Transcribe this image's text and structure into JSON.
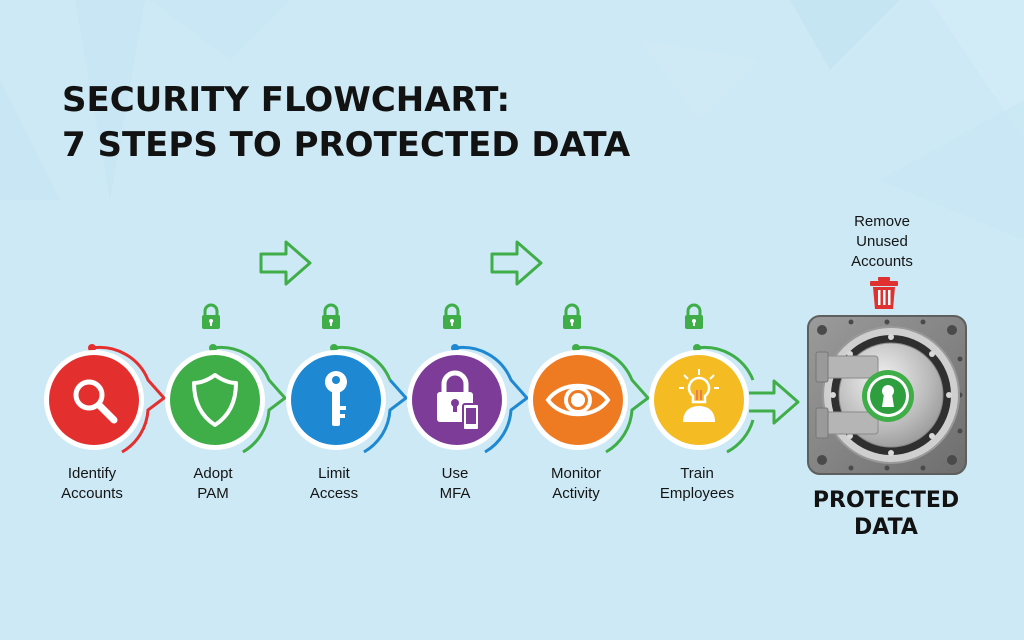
{
  "title": {
    "line1": "SECURITY FLOWCHART:",
    "line2": "7 STEPS TO PROTECTED DATA"
  },
  "steps": [
    {
      "line1": "Identify",
      "line2": "Accounts",
      "icon": "magnifier-icon",
      "color": "#e3302f"
    },
    {
      "line1": "Adopt",
      "line2": "PAM",
      "icon": "shield-icon",
      "color": "#3fae49"
    },
    {
      "line1": "Limit",
      "line2": "Access",
      "icon": "key-icon",
      "color": "#1e88d2"
    },
    {
      "line1": "Use",
      "line2": "MFA",
      "icon": "lock-phone-icon",
      "color": "#7d3c98"
    },
    {
      "line1": "Monitor",
      "line2": "Activity",
      "icon": "eye-icon",
      "color": "#ee7a22"
    },
    {
      "line1": "Train",
      "line2": "Employees",
      "icon": "lightbulb-person-icon",
      "color": "#f4bb22"
    }
  ],
  "final_step": {
    "line1": "Remove",
    "line2": "Unused",
    "line3": "Accounts",
    "icon": "trash-icon",
    "color": "#e03030"
  },
  "result": {
    "line1": "PROTECTED",
    "line2": "DATA",
    "icon": "vault-icon"
  },
  "colors": {
    "background": "#cde9f5",
    "arrow_green": "#3fae49",
    "text": "#121212"
  }
}
